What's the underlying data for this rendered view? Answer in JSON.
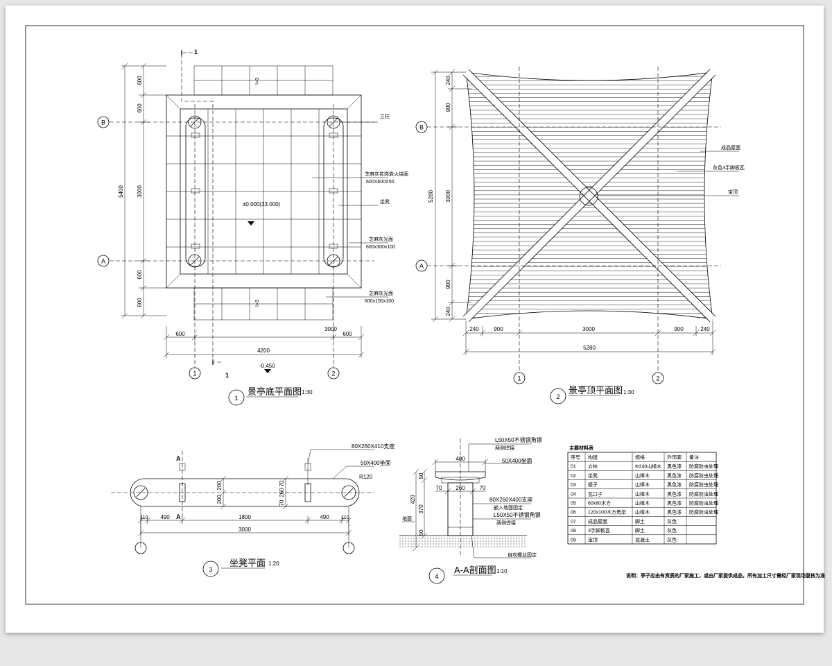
{
  "drawing1": {
    "number": "1",
    "title": "景亭底平面图",
    "scale": "1:30",
    "axis_a": "A",
    "axis_b": "B",
    "axis_1": "1",
    "axis_2": "2",
    "section_mark": "1",
    "dims_left": [
      "600",
      "600",
      "3000",
      "600",
      "600"
    ],
    "dim_total_left": "5400",
    "dims_bottom_left": "600",
    "dims_bottom_mid": "3000",
    "dims_bottom_right": "600",
    "dim_total_bottom": "4200",
    "level_center": "±0.000(33.000)",
    "level_outside": "-0.450",
    "slope_top": "I=3",
    "slope_bottom": "I=3",
    "labels": {
      "column": "立柱",
      "floor_paving": "芝麻灰花岗岩火烧面",
      "floor_paving_size": "600X600X50",
      "bench": "坐凳",
      "edge_paving": "芝麻灰光面",
      "edge_paving_size": "600x300x100",
      "outside_paving": "芝麻灰光面",
      "outside_paving_size": "600x150x100"
    }
  },
  "drawing2": {
    "number": "2",
    "title": "景亭顶平面图",
    "scale": "1:30",
    "axis_a": "A",
    "axis_b": "B",
    "axis_1": "1",
    "axis_2": "2",
    "dims_left": [
      "240",
      "900",
      "3000",
      "900",
      "240"
    ],
    "dim_total_left": "5280",
    "dims_bottom": [
      "240",
      "900",
      "3000",
      "900",
      "240"
    ],
    "dim_total_bottom": "5280",
    "labels": {
      "top_finish": "成品屋面",
      "rafter": "灰色3手脚板瓦",
      "ridge": "宝顶"
    }
  },
  "drawing3": {
    "number": "3",
    "title": "坐凳平面",
    "scale": "1:20",
    "section_a": "A",
    "label_support": "80X260X410支座",
    "label_board": "50X400坐面",
    "label_radius": "R120",
    "dims": [
      "110",
      "490",
      "1800",
      "490",
      "110"
    ],
    "dim_total": "3000",
    "dim_v1": "200",
    "dim_v2": "200",
    "dim_v3": "70",
    "dim_v4": "260",
    "dim_v5": "70"
  },
  "drawing4": {
    "number": "4",
    "title": "A-A剖面图",
    "scale": "1:10",
    "label_angle": "L50X50不锈钢角钢",
    "label_angle_sub": "两侧焊接",
    "label_board": "50X400坐面",
    "label_support": "80X260X400支座",
    "label_support_sub": "嵌入地面固定",
    "label_angle2": "L50X50不锈钢角钢",
    "label_angle2_sub": "两侧焊接",
    "label_bolt": "自攻螺丝固定",
    "label_ground": "地面",
    "dim_top": "400",
    "dim_mid": [
      "70",
      "260",
      "70"
    ],
    "dim_left": [
      "50",
      "420",
      "370",
      "50"
    ]
  },
  "table": {
    "title": "主要材料表",
    "headers": [
      "序号",
      "构建",
      "规格",
      "外饰面",
      "备注"
    ],
    "rows": [
      [
        "01",
        "立柱",
        "Φ240山樟木",
        "黑色漆",
        "防腐防虫处理"
      ],
      [
        "02",
        "坐凳",
        "山樟木",
        "黑色漆",
        "防腐防虫处理"
      ],
      [
        "03",
        "檩子",
        "山樟木",
        "黑色漆",
        "防腐防虫处理"
      ],
      [
        "04",
        "瓦口子",
        "山樟木",
        "黑色漆",
        "防腐防虫处理"
      ],
      [
        "05",
        "60x80木方",
        "山樟木",
        "黑色漆",
        "防腐防虫处理"
      ],
      [
        "06",
        "120x100木方角梁",
        "山樟木",
        "黑色漆",
        "防腐防虫处理"
      ],
      [
        "07",
        "成品屋面",
        "脚土",
        "灰色",
        ""
      ],
      [
        "08",
        "3手脚板瓦",
        "脚土",
        "灰色",
        ""
      ],
      [
        "09",
        "宝顶",
        "混凝土",
        "灰色",
        ""
      ]
    ]
  },
  "note": "说明：亭子应由有资质的厂家施工，或由厂家提供成品，所有加工尺寸需经厂家现场复核为准"
}
